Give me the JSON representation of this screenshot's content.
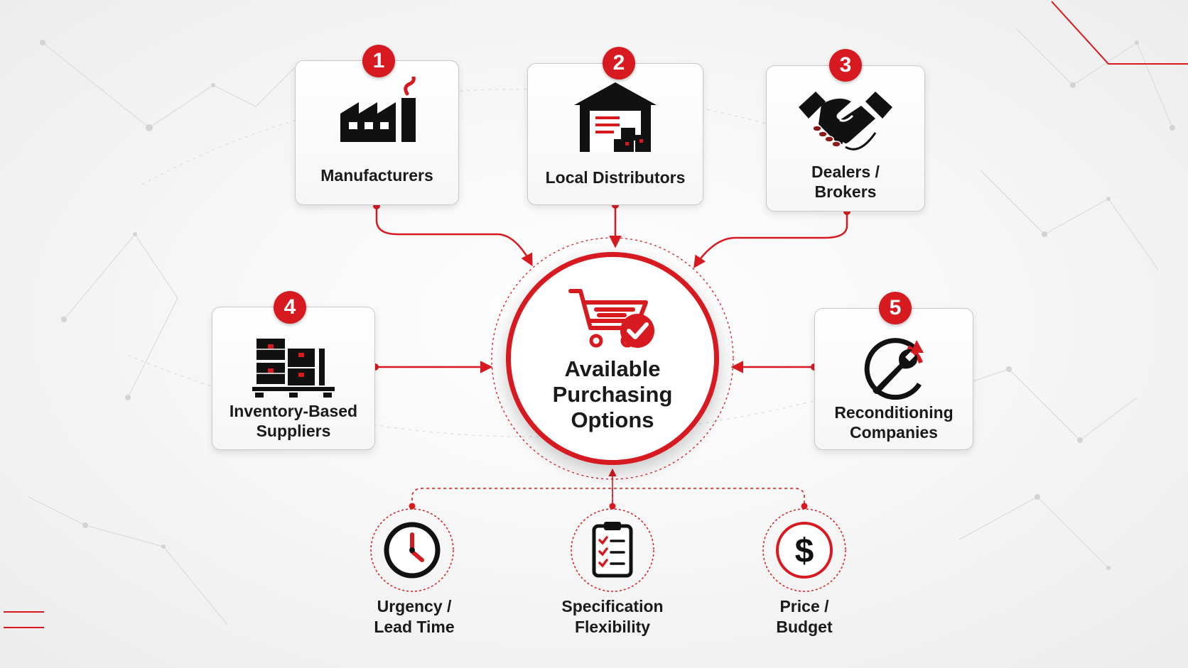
{
  "colors": {
    "accent": "#d71920",
    "text": "#1a1a1a",
    "card_border": "#c9c9c9",
    "background": "#f3f3f3"
  },
  "hub": {
    "title": "Available\nPurchasing\nOptions",
    "icon": "shopping-cart-check-icon"
  },
  "sources": [
    {
      "number": "1",
      "label": "Manufacturers",
      "icon": "factory-icon"
    },
    {
      "number": "2",
      "label": "Local Distributors",
      "icon": "warehouse-icon"
    },
    {
      "number": "3",
      "label": "Dealers /\nBrokers",
      "icon": "handshake-icon"
    },
    {
      "number": "4",
      "label": "Inventory-Based\nSuppliers",
      "icon": "pallet-boxes-icon"
    },
    {
      "number": "5",
      "label": "Reconditioning\nCompanies",
      "icon": "wrench-refresh-icon"
    }
  ],
  "factors": [
    {
      "label": "Urgency /\nLead Time",
      "icon": "clock-icon"
    },
    {
      "label": "Specification\nFlexibility",
      "icon": "clipboard-checklist-icon"
    },
    {
      "label": "Price /\nBudget",
      "icon": "dollar-icon"
    }
  ]
}
